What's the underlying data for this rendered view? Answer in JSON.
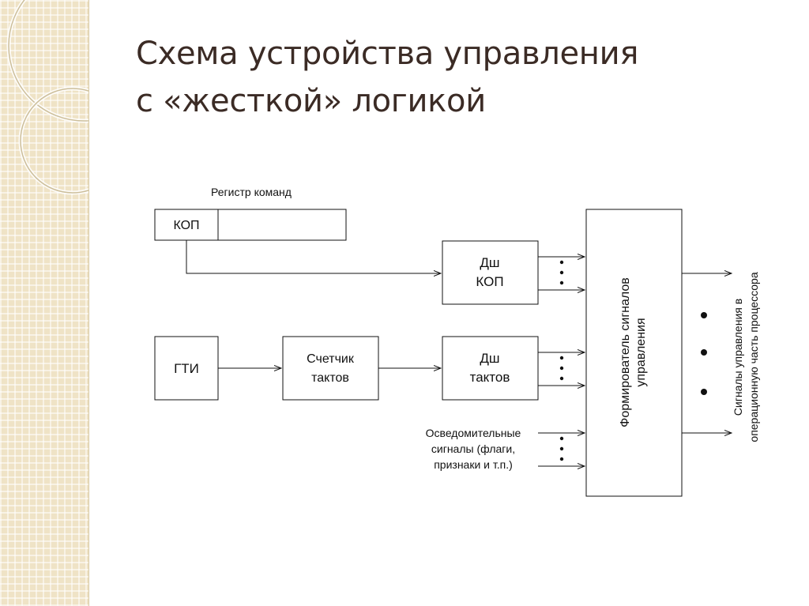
{
  "slide": {
    "title_line1": "Схема устройства управления",
    "title_line2": "с «жесткой» логикой"
  },
  "diagram": {
    "register_caption": "Регистр команд",
    "kop": "КОП",
    "dsh_kop_line1": "Дш",
    "dsh_kop_line2": "КОП",
    "gti": "ГТИ",
    "counter_line1": "Счетчик",
    "counter_line2": "тактов",
    "dsh_takt_line1": "Дш",
    "dsh_takt_line2": "тактов",
    "info_line1": "Осведомительные",
    "info_line2": "сигналы (флаги,",
    "info_line3": "признаки и т.п.)",
    "former_line1": "Формирователь сигналов",
    "former_line2": "управления",
    "output_line1": "Сигналы управления в",
    "output_line2": "операционную часть процессора"
  },
  "colors": {
    "sidebar": "#efe3c6",
    "title": "#3b2b25",
    "lines": "#111111"
  }
}
